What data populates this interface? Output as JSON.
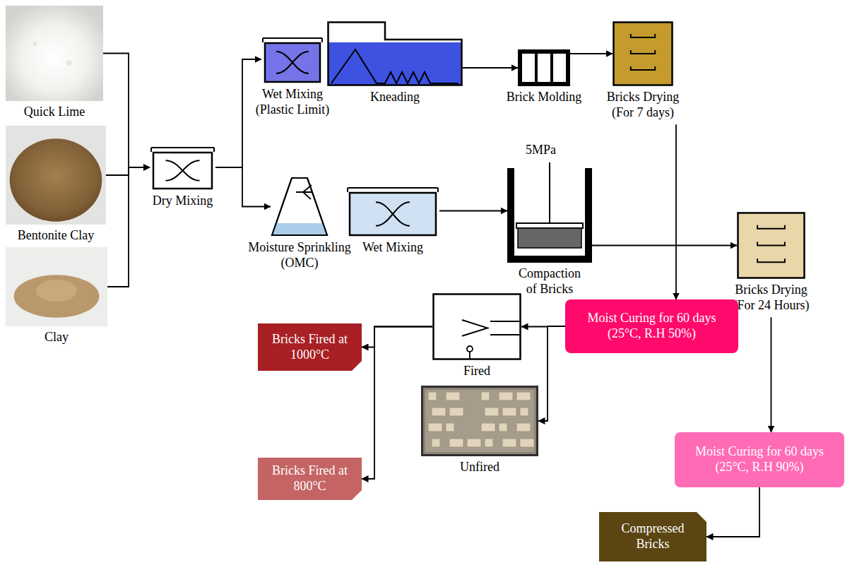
{
  "diagram": {
    "nodes": [
      {
        "text": [
          "Quick Lime"
        ]
      },
      {
        "text": [
          "Bentonite Clay"
        ]
      },
      {
        "text": [
          "Clay"
        ]
      },
      {
        "text": [
          "Dry Mixing"
        ]
      },
      {
        "text": [
          "Wet Mixing (Plastic Limit)"
        ]
      },
      {
        "text": [
          "Kneading"
        ]
      },
      {
        "text": [
          "Brick Molding"
        ]
      },
      {
        "text": [
          "Bricks Drying (For 7 days)"
        ]
      },
      {
        "text": [
          "Moisture Sprinkling (OMC)"
        ]
      },
      {
        "text": [
          "Wet Mixing"
        ]
      },
      {
        "text": [
          "Compaction of Bricks"
        ]
      },
      {
        "text": [
          "Bricks Drying (For 24 Hours)"
        ]
      },
      {
        "text": [
          "Bricks Fired at 1000°C"
        ]
      },
      {
        "text": [
          "Fired"
        ]
      },
      {
        "text": [
          "Moist Curing for 60 days (25°C, R.H 50%)"
        ]
      },
      {
        "text": [
          "Bricks Fired at 800°C"
        ]
      },
      {
        "text": [
          "Unfired"
        ]
      },
      {
        "text": [
          "Moist Curing for 60 days (25°C, R.H 90%)"
        ]
      },
      {
        "text": [
          "Compressed Bricks"
        ]
      }
    ],
    "edges": [
      {
        "from": 0,
        "to": 3,
        "arrow": "to"
      },
      {
        "from": 1,
        "to": 3,
        "arrow": "to"
      },
      {
        "from": 2,
        "to": 3,
        "arrow": "to"
      },
      {
        "from": 3,
        "to": 4,
        "arrow": "to"
      },
      {
        "from": 3,
        "to": 8,
        "arrow": "to"
      },
      {
        "from": 5,
        "to": 6,
        "arrow": "to"
      },
      {
        "from": 6,
        "to": 7,
        "arrow": "to"
      },
      {
        "from": 7,
        "to": 14,
        "arrow": "to"
      },
      {
        "from": 14,
        "to": 13,
        "arrow": "to"
      },
      {
        "from": 14,
        "to": 16,
        "arrow": "to"
      },
      {
        "from": 13,
        "to": 12,
        "arrow": "to"
      },
      {
        "from": 13,
        "to": 15,
        "arrow": "to"
      },
      {
        "from": 9,
        "to": 10,
        "arrow": "to"
      },
      {
        "from": 10,
        "to": 11,
        "arrow": "to"
      },
      {
        "from": 11,
        "to": 17,
        "arrow": "to"
      },
      {
        "from": 17,
        "to": 18,
        "arrow": "to"
      }
    ],
    "labels": [
      "5MPa"
    ]
  }
}
